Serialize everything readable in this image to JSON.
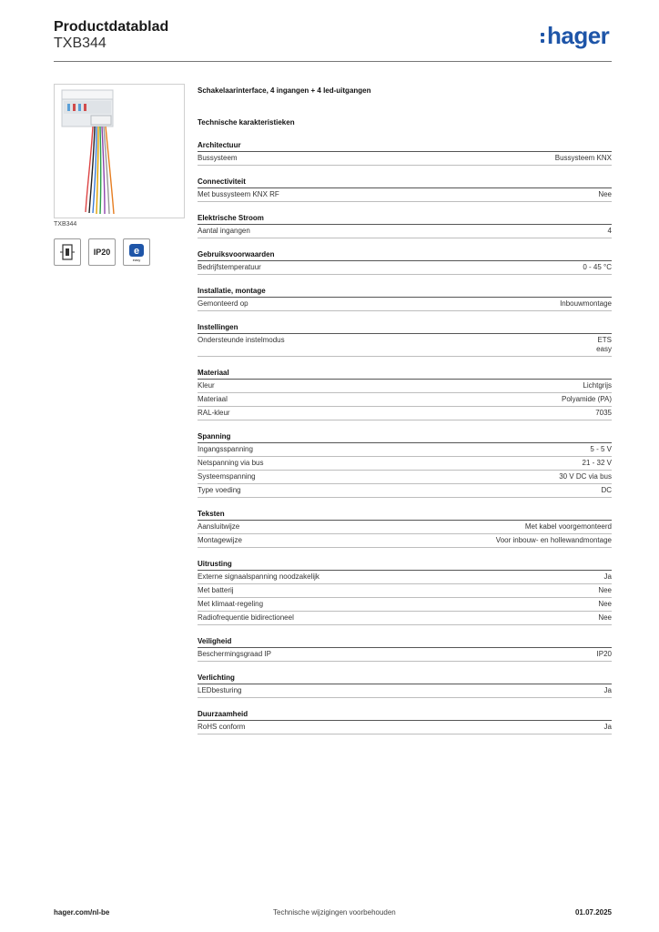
{
  "header": {
    "title": "Productdatablad",
    "code": "TXB344",
    "logo": "hager",
    "logo_color": "#1e55a8"
  },
  "left": {
    "image_caption": "TXB344",
    "badges": [
      {
        "icon": "din-rail-icon"
      },
      {
        "label": "IP20"
      },
      {
        "icon": "easy-icon",
        "label": "easy"
      }
    ]
  },
  "specs": {
    "product_description": "Schakelaarinterface, 4 ingangen + 4 led-uitgangen",
    "technical_title": "Technische karakteristieken",
    "groups": [
      {
        "title": "Architectuur",
        "rows": [
          {
            "label": "Bussysteem",
            "value": "Bussysteem KNX"
          }
        ]
      },
      {
        "title": "Connectiviteit",
        "rows": [
          {
            "label": "Met bussysteem KNX RF",
            "value": "Nee"
          }
        ]
      },
      {
        "title": "Elektrische Stroom",
        "rows": [
          {
            "label": "Aantal ingangen",
            "value": "4"
          }
        ]
      },
      {
        "title": "Gebruiksvoorwaarden",
        "rows": [
          {
            "label": "Bedrijfstemperatuur",
            "value": "0 - 45 °C"
          }
        ]
      },
      {
        "title": "Installatie, montage",
        "rows": [
          {
            "label": "Gemonteerd op",
            "value": "Inbouwmontage"
          }
        ]
      },
      {
        "title": "Instellingen",
        "rows": [
          {
            "label": "Ondersteunde instelmodus",
            "value": "ETS\neasy"
          }
        ]
      },
      {
        "title": "Materiaal",
        "rows": [
          {
            "label": "Kleur",
            "value": "Lichtgrijs"
          },
          {
            "label": "Materiaal",
            "value": "Polyamide (PA)"
          },
          {
            "label": "RAL-kleur",
            "value": "7035"
          }
        ]
      },
      {
        "title": "Spanning",
        "rows": [
          {
            "label": "Ingangsspanning",
            "value": "5 - 5 V"
          },
          {
            "label": "Netspanning via bus",
            "value": "21 - 32 V"
          },
          {
            "label": "Systeemspanning",
            "value": "30 V DC via bus"
          },
          {
            "label": "Type voeding",
            "value": "DC"
          }
        ]
      },
      {
        "title": "Teksten",
        "rows": [
          {
            "label": "Aansluitwijze",
            "value": "Met kabel voorgemonteerd"
          },
          {
            "label": "Montagewijze",
            "value": "Voor inbouw- en hollewandmontage"
          }
        ]
      },
      {
        "title": "Uitrusting",
        "rows": [
          {
            "label": "Externe signaalspanning noodzakelijk",
            "value": "Ja"
          },
          {
            "label": "Met batterij",
            "value": "Nee"
          },
          {
            "label": "Met klimaat-regeling",
            "value": "Nee"
          },
          {
            "label": "Radiofrequentie bidirectioneel",
            "value": "Nee"
          }
        ]
      },
      {
        "title": "Veiligheid",
        "rows": [
          {
            "label": "Beschermingsgraad IP",
            "value": "IP20"
          }
        ]
      },
      {
        "title": "Verlichting",
        "rows": [
          {
            "label": "LEDbesturing",
            "value": "Ja"
          }
        ]
      },
      {
        "title": "Duurzaamheid",
        "rows": [
          {
            "label": "RoHS conform",
            "value": "Ja"
          }
        ]
      }
    ]
  },
  "footer": {
    "website": "hager.com/nl-be",
    "notice": "Technische wijzigingen voorbehouden",
    "date": "01.07.2025"
  }
}
